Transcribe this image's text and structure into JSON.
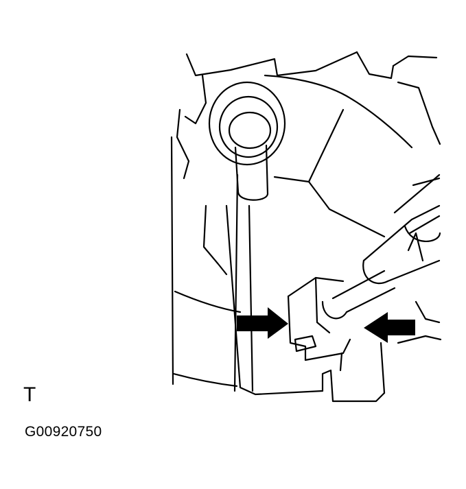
{
  "figure": {
    "corner_marker": "T",
    "figure_id": "G00920750"
  },
  "colors": {
    "line": "#000000",
    "background": "#ffffff",
    "arrow_fill": "#000000"
  },
  "icons": [
    "press-arrow-right",
    "press-arrow-left"
  ]
}
